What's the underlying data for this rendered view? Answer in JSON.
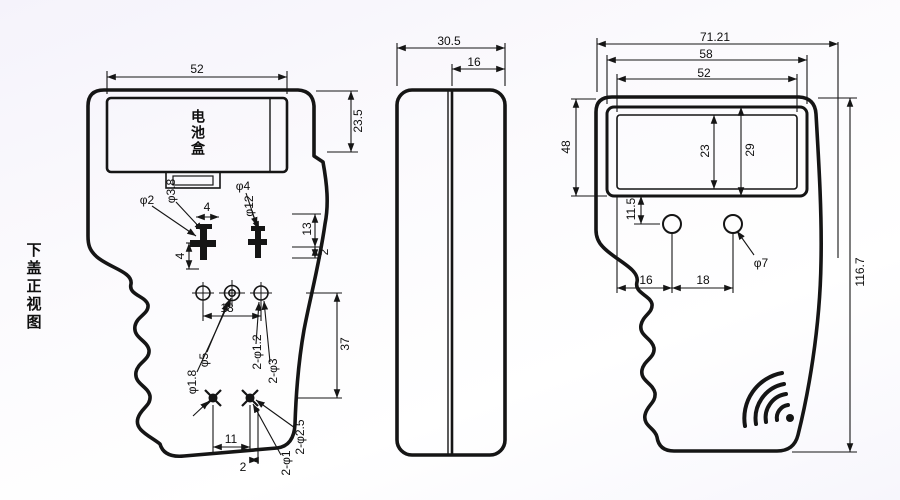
{
  "meta": {
    "ink": "#151515",
    "background_tint": "#f5f3fb",
    "drawing_type": "handheld-device-orthographic-views"
  },
  "left_view": {
    "view_title": "下盖正视图",
    "battery_label": "电池盒",
    "dims": {
      "width": "52",
      "height_top": "23.5",
      "phi2": "φ2",
      "phi3_8": "φ3.8",
      "phi4": "φ4",
      "phi12": "φ12",
      "d4_top": "4",
      "d13": "13",
      "d2_mid": "2",
      "d4_side": "4",
      "d18": "18",
      "d37": "37",
      "phi5": "φ5",
      "phi1_8": "φ1.8",
      "two_phi1_2": "2-φ1.2",
      "two_phi3": "2-φ3",
      "d11": "11",
      "d2_bottom": "2",
      "two_phi2_5": "2-φ2.5",
      "two_phi1": "2-φ1"
    }
  },
  "side_view": {
    "dims": {
      "width": "30.5",
      "half_width": "16"
    }
  },
  "right_view": {
    "dims": {
      "total_width": "71.21",
      "d58": "58",
      "d52": "52",
      "d48": "48",
      "d29": "29",
      "d23": "23",
      "d11_5": "11.5",
      "phi7": "φ7",
      "d16": "16",
      "d18": "18",
      "total_height": "116.7"
    }
  }
}
